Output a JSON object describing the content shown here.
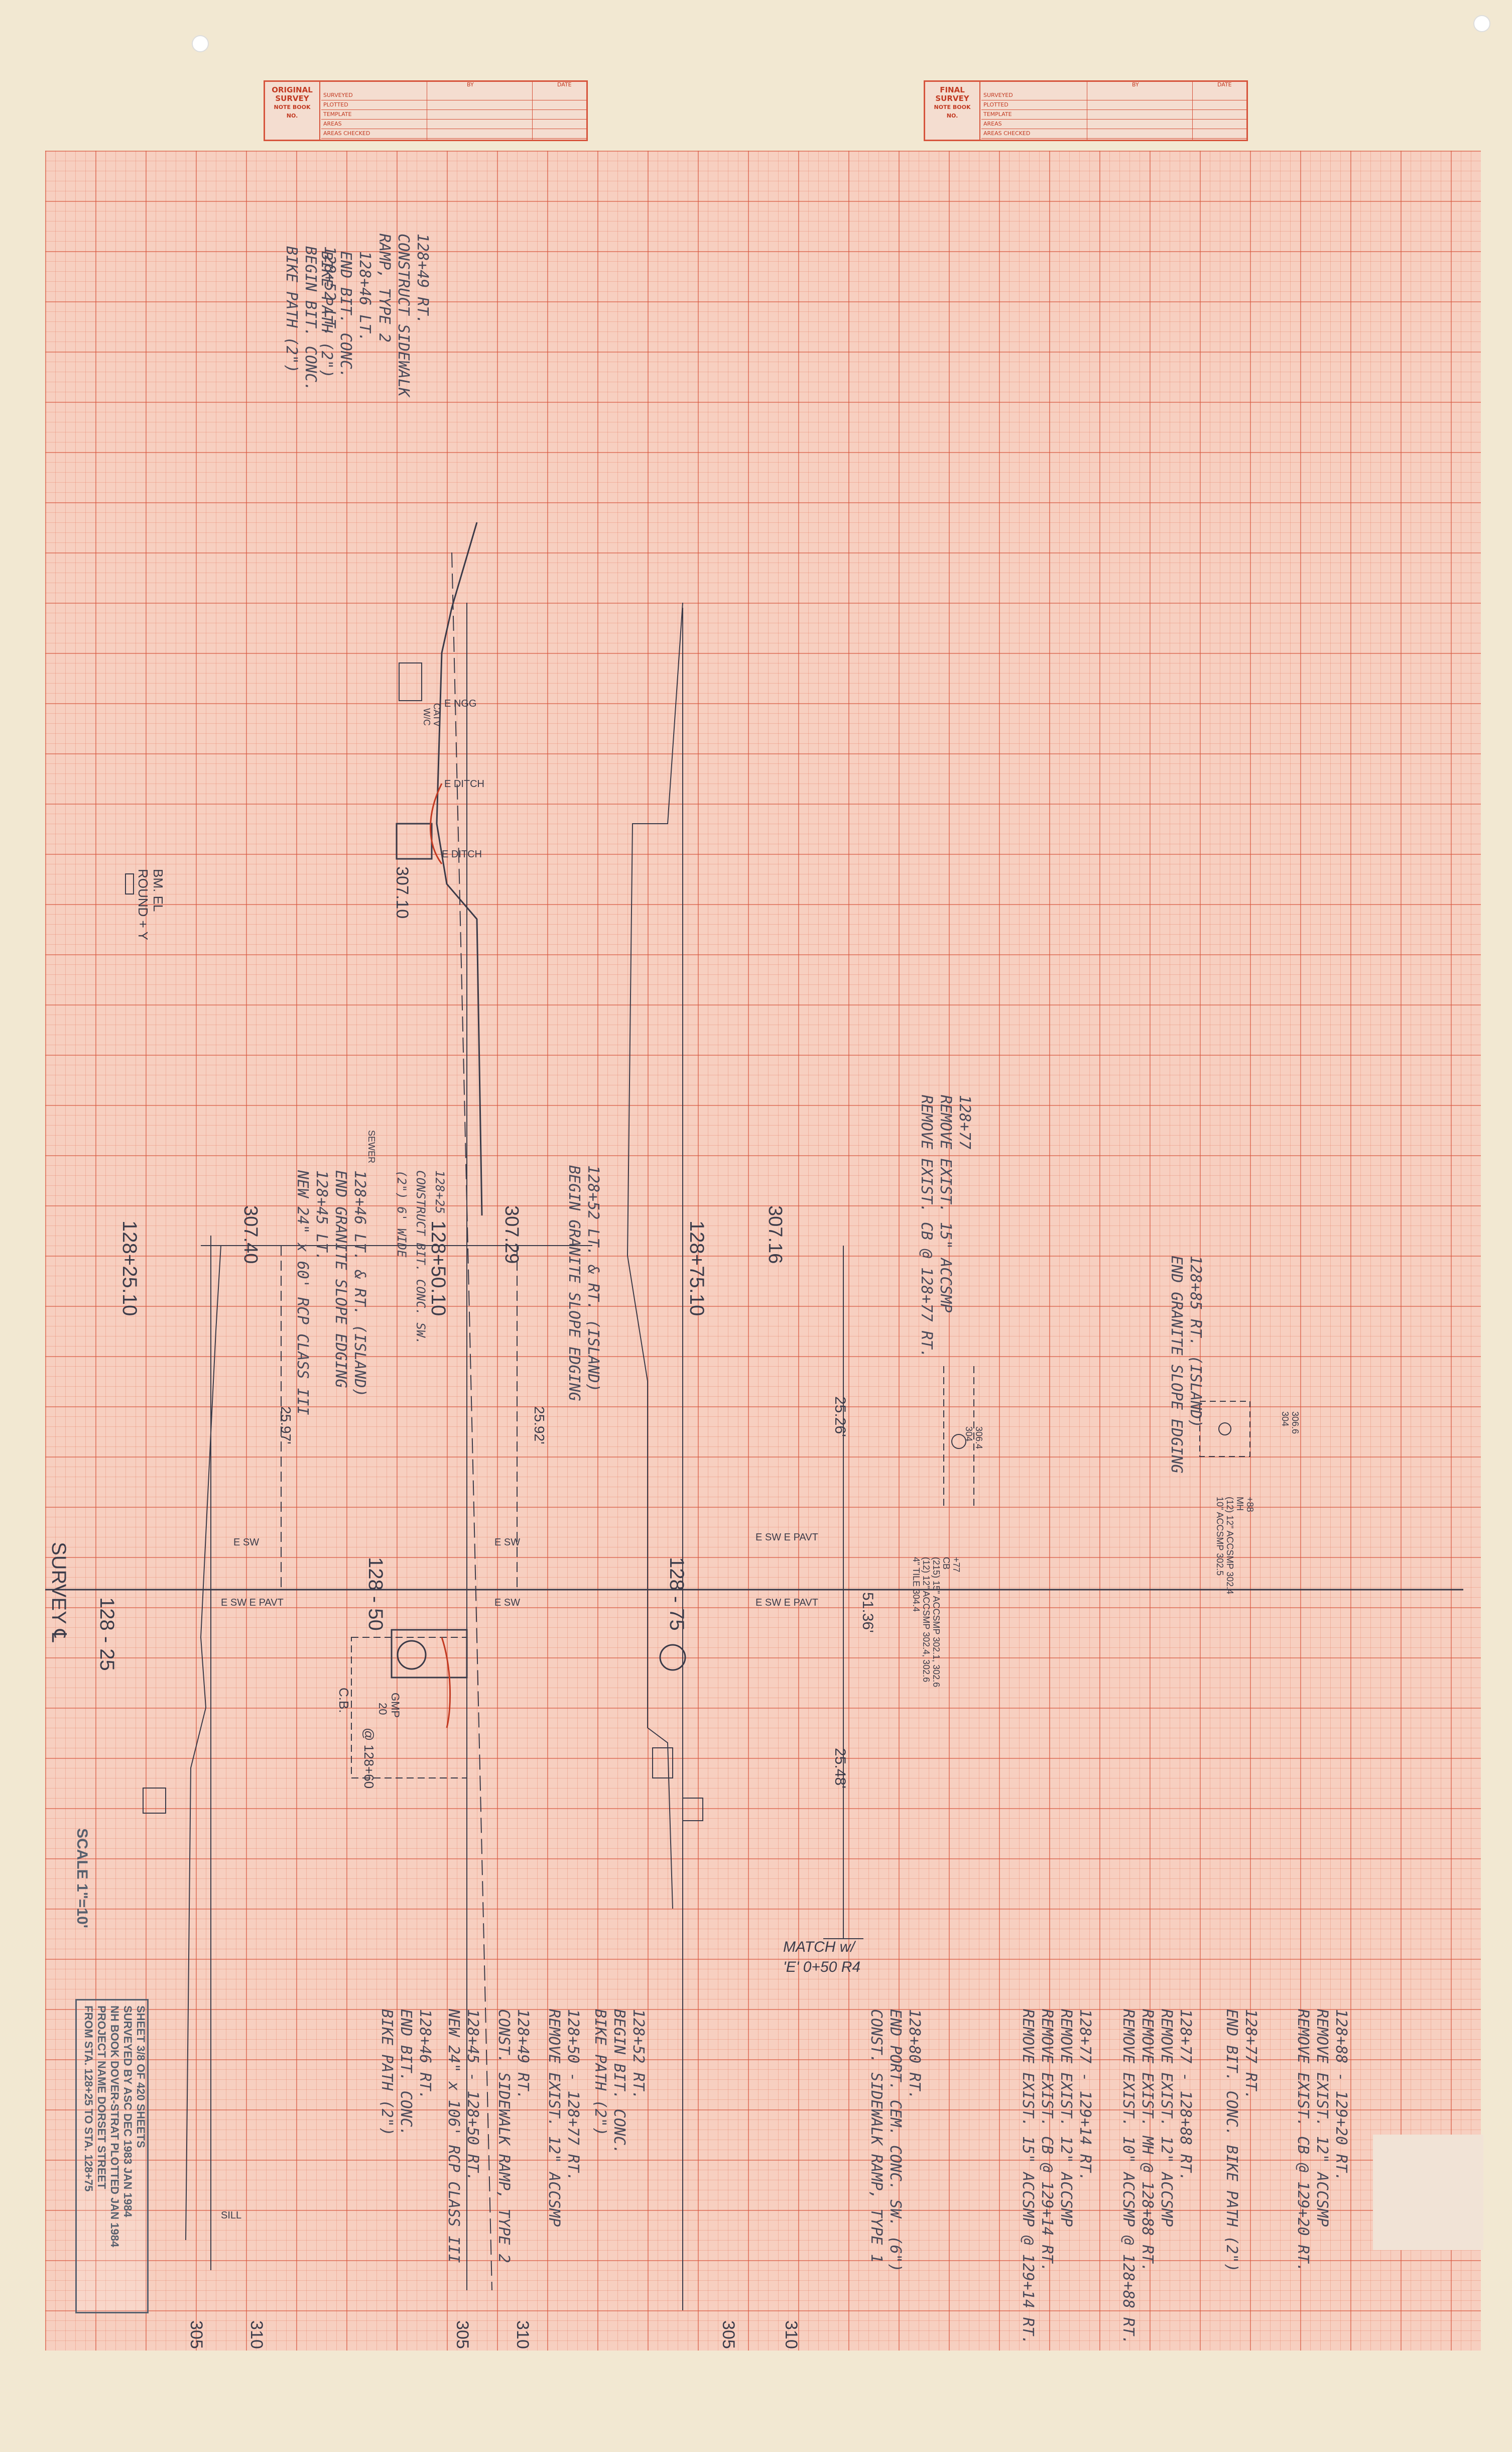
{
  "header_left": {
    "label_lines": [
      "ORIGINAL",
      "SURVEY",
      "NOTE BOOK",
      "NO."
    ],
    "col_by": "BY",
    "col_date": "DATE",
    "rows": [
      "SURVEYED",
      "PLOTTED",
      "TEMPLATE",
      "AREAS",
      "AREAS CHECKED"
    ]
  },
  "header_right": {
    "label_lines": [
      "FINAL",
      "SURVEY",
      "NOTE BOOK",
      "NO."
    ],
    "col_by": "BY",
    "col_date": "DATE",
    "rows": [
      "SURVEYED",
      "PLOTTED",
      "TEMPLATE",
      "AREAS",
      "AREAS CHECKED"
    ]
  },
  "notes": {
    "n1": [
      "128+52 LT.",
      "BEGIN BIT. CONC.",
      "BIKE PATH (2\")"
    ],
    "n2": [
      "128+49 RT.",
      "CONSTRUCT SIDEWALK",
      "RAMP, TYPE 2"
    ],
    "n3": [
      "128+46 LT.",
      "END BIT. CONC.",
      "BIKE PATH (2\")"
    ],
    "n4": [
      "128+77",
      "REMOVE EXIST. 15\" ACCSMP",
      "REMOVE EXIST. CB @ 128+77 RT."
    ],
    "n5": [
      "128+85 RT. (ISLAND)",
      "END GRANITE SLOPE EDGING"
    ],
    "n6": [
      "128+52 LT. & RT. (ISLAND)",
      "BEGIN GRANITE SLOPE EDGING"
    ],
    "n7": [
      "128+46 LT. & RT. (ISLAND)",
      "END GRANITE SLOPE EDGING",
      "128+45 LT.",
      "NEW 24\" x 60' RCP CLASS III"
    ],
    "n8": [
      "128+25",
      "CONSTRUCT BIT. CONC. SW.",
      "(2\") 6' WIDE"
    ],
    "b1": [
      "128+46 RT.",
      "END BIT. CONC.",
      "BIKE PATH (2\")"
    ],
    "b2": [
      "128+45 - 128+50 RT.",
      "NEW 24\" x 106' RCP CLASS III"
    ],
    "b3": [
      "128+49 RT.",
      "CONST. SIDEWALK RAMP, TYPE 2"
    ],
    "b4": [
      "128+50 - 128+77 RT.",
      "REMOVE EXIST. 12\" ACCSMP"
    ],
    "b5": [
      "128+52 RT.",
      "BEGIN BIT. CONC.",
      "BIKE PATH (2\")"
    ],
    "b6": [
      "128+80 RT.",
      "END PORT. CEM. CONC. SW. (6\")",
      "CONST. SIDEWALK RAMP, TYPE 1"
    ],
    "b7": [
      "128+77 - 129+14 RT.",
      "REMOVE EXIST. 12\" ACCSMP",
      "REMOVE EXIST. CB @ 129+14 RT.",
      "REMOVE EXIST. 15\" ACCSMP @ 129+14 RT."
    ],
    "b8": [
      "128+77 - 128+88 RT.",
      "REMOVE EXIST. 12\" ACCSMP",
      "REMOVE EXIST. MH @ 128+88 RT.",
      "REMOVE EXIST. 10\" ACCSMP @ 128+88 RT."
    ],
    "b9": [
      "128+77 RT.",
      "END BIT. CONC. BIKE PATH (2\")"
    ],
    "b10": [
      "128+88 - 129+20 RT.",
      "REMOVE EXIST. 12\" ACCSMP",
      "REMOVE EXIST. CB @ 129+20 RT."
    ]
  },
  "stations": {
    "s1": "128+25.10",
    "s2": "128+50.10",
    "s3": "128+75.10",
    "e1": "307.40",
    "e2": "307.29",
    "e3": "307.16",
    "e4": "307.10",
    "sta_128_25": "128 - 25",
    "sta_128_50": "128 - 50",
    "sta_128_75": "128 - 75",
    "survey": "SURVEY ℄",
    "dim_2526": "25.26'",
    "dim_5136": "51.36'",
    "dim_2548": "25.48'",
    "dim_2592": "25.92'",
    "dim_2597": "25.97'",
    "match": "MATCH w/",
    "match2": "'E' 0+50 R4",
    "cb": "C.B.",
    "cb2": "@ 128+60",
    "gmp": "GMP",
    "gmp_n": "20",
    "sill": "SILL",
    "e_sw": "E SW",
    "e_sw_pavt": "E SW  E PAVT",
    "e_ditch": "E DITCH",
    "e_ngg": "E NGG",
    "sewer": "SEWER",
    "catv": "CATV",
    "wc": "W/C"
  },
  "structures": {
    "mh_label": "+88",
    "mh_sub": "MH",
    "mh_l1": "(12) 12\" ACCSMP 302.4",
    "mh_l2": "10\" ACCSMP 302.5",
    "mh_e1": "306.6",
    "mh_e2": "304",
    "cb_label": "+77",
    "cb_sub": "CB",
    "cb_l1": "(215) 15\" ACCSMP 302.1, 302.6",
    "cb_l2": "(12) 12\" ACCSMP 302.4, 302.6",
    "cb_l3": "4\" TILE 304.4",
    "cb_e1": "306.4",
    "cb_e2": "304"
  },
  "profile": {
    "p305": "305",
    "p310": "310",
    "bm": "BM. EL",
    "bm2": "ROUND + Y"
  },
  "scale": "SCALE 1\"=10'",
  "titleblock": {
    "l1": "FROM STA. 128+25   TO STA. 128+75",
    "l2": "PROJECT NAME  DORSET STREET",
    "l3": "NH BOOK  DOVER-STRAT  PLOTTED  JAN 1984",
    "l4": "SURVEYED BY  ASC  DEC 1983  JAN 1984",
    "l5": "SHEET 3/8 OF 420 SHEETS"
  }
}
